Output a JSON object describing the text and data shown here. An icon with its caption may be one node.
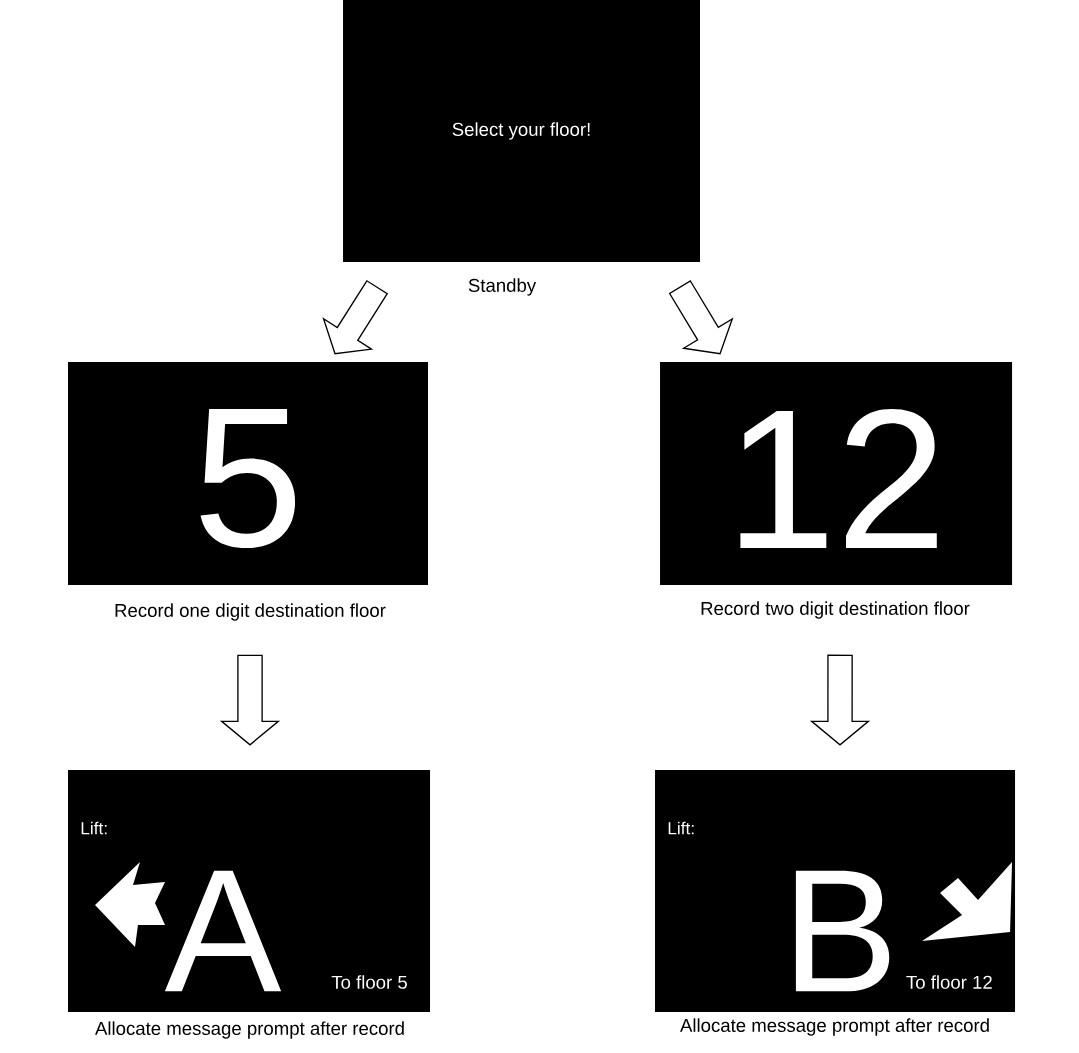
{
  "diagram": {
    "nodes": [
      {
        "text": [
          "Select your floor!"
        ],
        "beside": [
          "Standby"
        ]
      },
      {
        "text": [
          "5"
        ],
        "beside": [
          "Record one digit destination floor"
        ]
      },
      {
        "text": [
          "12"
        ],
        "beside": [
          "Record two digit destination floor"
        ]
      },
      {
        "text": [
          "Lift:",
          "A",
          "To floor 5"
        ],
        "beside": [
          "Allocate message prompt after record"
        ]
      },
      {
        "text": [
          "Lift:",
          "B",
          "To floor 12"
        ],
        "beside": [
          "Allocate message prompt after record"
        ]
      }
    ],
    "edges": [
      {
        "from": 0,
        "to": 1,
        "arrow": "to"
      },
      {
        "from": 0,
        "to": 2,
        "arrow": "to"
      },
      {
        "from": 1,
        "to": 3,
        "arrow": "to"
      },
      {
        "from": 2,
        "to": 4,
        "arrow": "to"
      }
    ]
  }
}
